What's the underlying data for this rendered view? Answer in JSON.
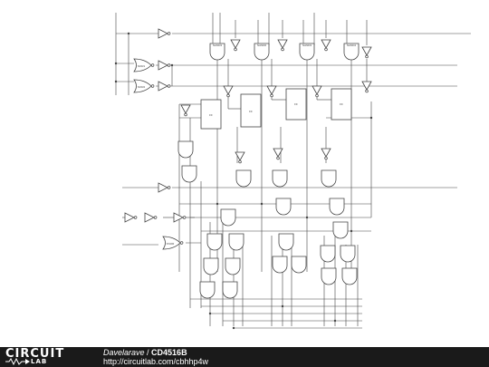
{
  "footer": {
    "logo_top": "CIRCUIT",
    "logo_bottom": "LAB",
    "author": "Davelarave",
    "separator": " / ",
    "title": "CD4516B",
    "url": "http://circuitlab.com/cbhhp4w"
  },
  "colors": {
    "wire": "#444444",
    "component_fill": "#ffffff",
    "footer_bg": "#1a1a1a"
  }
}
